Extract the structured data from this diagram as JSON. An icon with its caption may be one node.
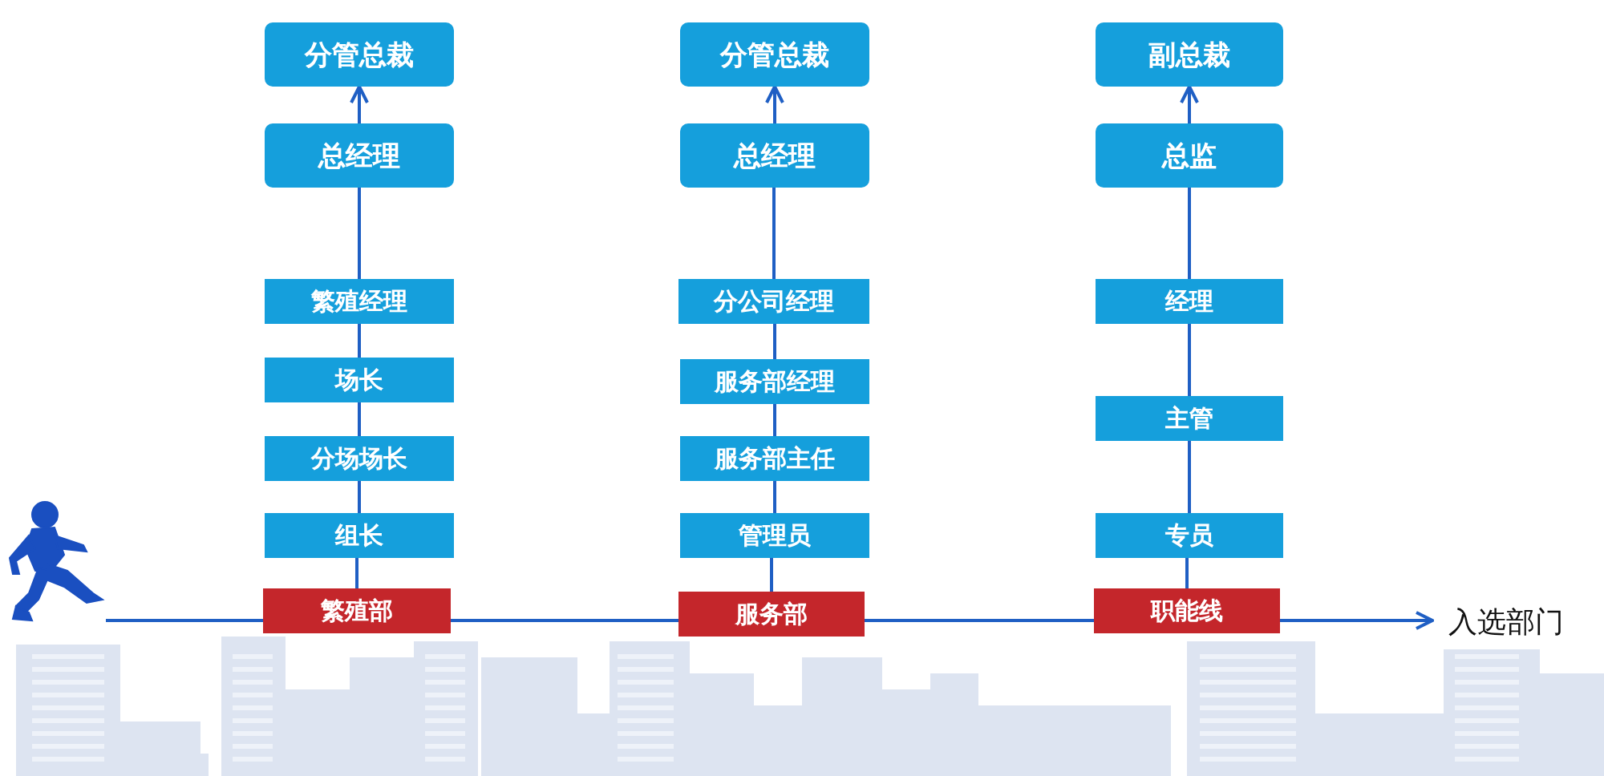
{
  "diagram": {
    "nodes": [
      {
        "text": [
          "分管总裁"
        ]
      },
      {
        "text": [
          "总经理"
        ]
      },
      {
        "text": [
          "繁殖经理"
        ]
      },
      {
        "text": [
          "场长"
        ]
      },
      {
        "text": [
          "分场场长"
        ]
      },
      {
        "text": [
          "组长"
        ]
      },
      {
        "text": [
          "繁殖部"
        ]
      },
      {
        "text": [
          "分管总裁"
        ]
      },
      {
        "text": [
          "总经理"
        ]
      },
      {
        "text": [
          "分公司经理"
        ]
      },
      {
        "text": [
          "服务部经理"
        ]
      },
      {
        "text": [
          "服务部主任"
        ]
      },
      {
        "text": [
          "管理员"
        ]
      },
      {
        "text": [
          "服务部"
        ]
      },
      {
        "text": [
          "副总裁"
        ]
      },
      {
        "text": [
          "总监"
        ]
      },
      {
        "text": [
          "经理"
        ]
      },
      {
        "text": [
          "主管"
        ]
      },
      {
        "text": [
          "专员"
        ]
      },
      {
        "text": [
          "职能线"
        ]
      },
      {
        "text": [],
        "shape": "person"
      },
      {
        "text": [
          "入选部门"
        ]
      }
    ],
    "edges": [
      {
        "from": 6,
        "to": 5,
        "arrow": "none"
      },
      {
        "from": 5,
        "to": 4,
        "arrow": "none"
      },
      {
        "from": 4,
        "to": 3,
        "arrow": "none"
      },
      {
        "from": 3,
        "to": 2,
        "arrow": "none"
      },
      {
        "from": 2,
        "to": 1,
        "arrow": "none"
      },
      {
        "from": 1,
        "to": 0,
        "arrow": "to"
      },
      {
        "from": 13,
        "to": 12,
        "arrow": "none"
      },
      {
        "from": 12,
        "to": 11,
        "arrow": "none"
      },
      {
        "from": 11,
        "to": 10,
        "arrow": "none"
      },
      {
        "from": 10,
        "to": 9,
        "arrow": "none"
      },
      {
        "from": 9,
        "to": 8,
        "arrow": "none"
      },
      {
        "from": 8,
        "to": 7,
        "arrow": "to"
      },
      {
        "from": 19,
        "to": 18,
        "arrow": "none"
      },
      {
        "from": 18,
        "to": 17,
        "arrow": "none"
      },
      {
        "from": 17,
        "to": 16,
        "arrow": "none"
      },
      {
        "from": 16,
        "to": 15,
        "arrow": "none"
      },
      {
        "from": 15,
        "to": 14,
        "arrow": "to"
      },
      {
        "from": 20,
        "to": 6,
        "arrow": "none"
      },
      {
        "from": 6,
        "to": 13,
        "arrow": "none"
      },
      {
        "from": 13,
        "to": 19,
        "arrow": "none"
      },
      {
        "from": 19,
        "to": 21,
        "arrow": "to"
      }
    ]
  }
}
